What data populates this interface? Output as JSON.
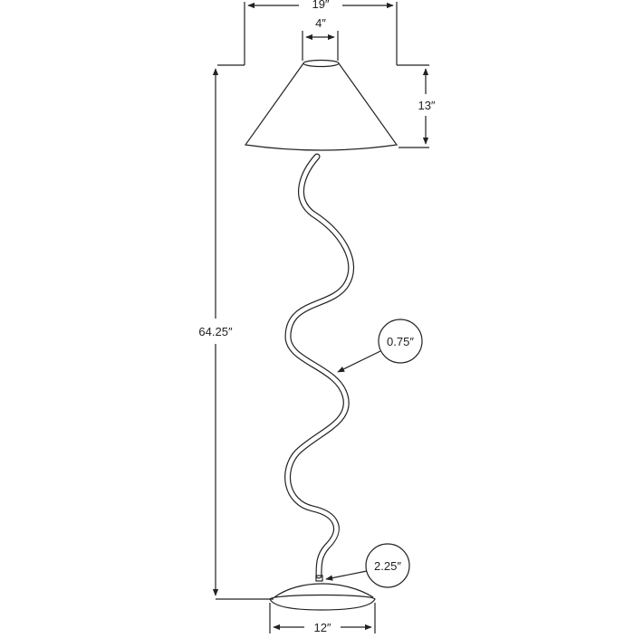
{
  "dimensions": {
    "overall_width": "19″",
    "top_opening": "4″",
    "shade_height": "13″",
    "overall_height": "64.25″",
    "pole_diameter": "0.75″",
    "base_height": "2.25″",
    "base_width": "12″"
  },
  "colors": {
    "line": "#222222",
    "background": "#ffffff"
  }
}
